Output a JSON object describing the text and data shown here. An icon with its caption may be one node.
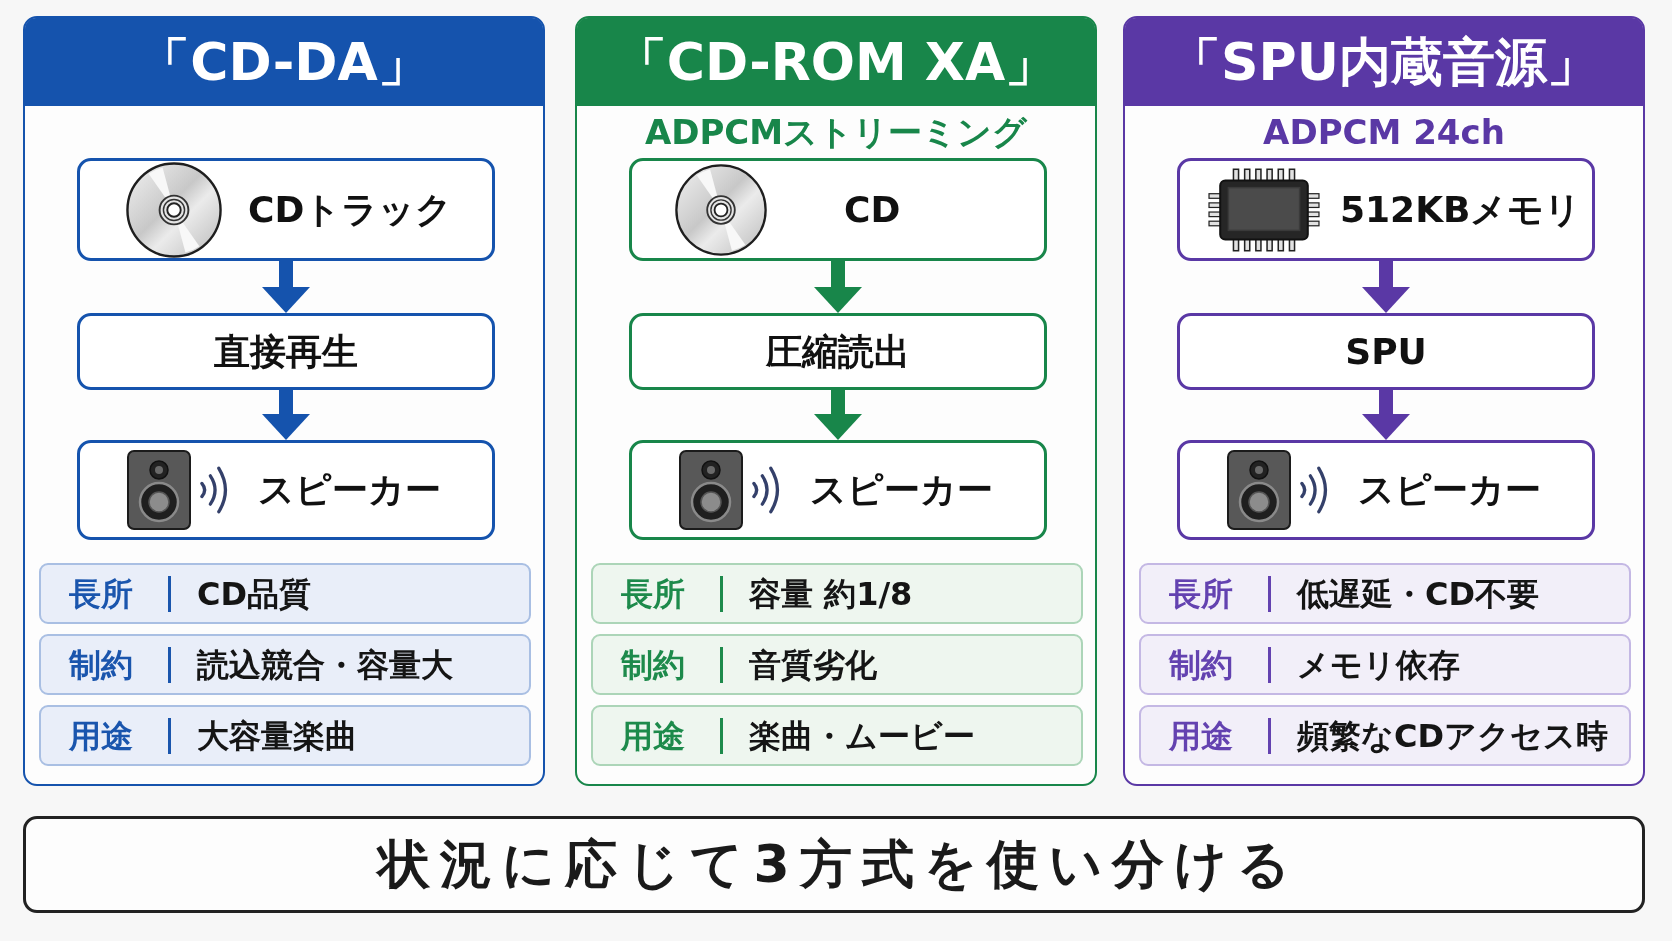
{
  "diagram": {
    "nodes": [
      {
        "text": [
          "「CD-DA」"
        ]
      },
      {
        "text": [
          "CDトラック"
        ],
        "in": 0
      },
      {
        "text": [
          "直接再生"
        ],
        "in": 0
      },
      {
        "text": [
          "スピーカー"
        ],
        "in": 0
      },
      {
        "text": [
          "長所",
          "CD品質"
        ],
        "in": 0
      },
      {
        "text": [
          "制約",
          "読込競合・容量大"
        ],
        "in": 0
      },
      {
        "text": [
          "用途",
          "大容量楽曲"
        ],
        "in": 0
      },
      {
        "text": [
          "「CD-ROM XA」",
          "ADPCMストリーミング"
        ]
      },
      {
        "text": [
          "CD"
        ],
        "in": 7
      },
      {
        "text": [
          "圧縮読出"
        ],
        "in": 7
      },
      {
        "text": [
          "スピーカー"
        ],
        "in": 7
      },
      {
        "text": [
          "長所",
          "容量 約1/8"
        ],
        "in": 7
      },
      {
        "text": [
          "制約",
          "音質劣化"
        ],
        "in": 7
      },
      {
        "text": [
          "用途",
          "楽曲・ムービー"
        ],
        "in": 7
      },
      {
        "text": [
          "「SPU内蔵音源」",
          "ADPCM 24ch"
        ]
      },
      {
        "text": [
          "512KBメモリ"
        ],
        "in": 14
      },
      {
        "text": [
          "SPU"
        ],
        "in": 14
      },
      {
        "text": [
          "スピーカー"
        ],
        "in": 14
      },
      {
        "text": [
          "長所",
          "低遅延・CD不要"
        ],
        "in": 14
      },
      {
        "text": [
          "制約",
          "メモリ依存"
        ],
        "in": 14
      },
      {
        "text": [
          "用途",
          "頻繁なCDアクセス時"
        ],
        "in": 14
      },
      {
        "text": [
          "状況に応じて3方式を使い分ける"
        ]
      }
    ],
    "edges": [
      {
        "from": 1,
        "to": 2,
        "arrow": "to",
        "color": "#1553ad"
      },
      {
        "from": 2,
        "to": 3,
        "arrow": "to",
        "color": "#1553ad"
      },
      {
        "from": 8,
        "to": 9,
        "arrow": "to",
        "color": "#18864a"
      },
      {
        "from": 9,
        "to": 10,
        "arrow": "to",
        "color": "#18864a"
      },
      {
        "from": 15,
        "to": 16,
        "arrow": "to",
        "color": "#5a38a5"
      },
      {
        "from": 16,
        "to": 17,
        "arrow": "to",
        "color": "#5a38a5"
      }
    ]
  }
}
